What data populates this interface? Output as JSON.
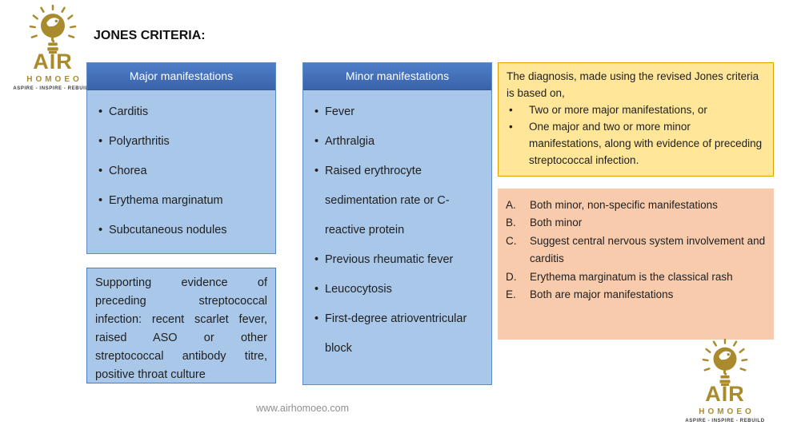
{
  "title": "JONES CRITERIA:",
  "logo": {
    "brand": "AIR",
    "sub_brand": "HOMOEO",
    "tagline": "ASPIRE - INSPIRE - REBUILD",
    "gold_color": "#a98b2d"
  },
  "major": {
    "header": "Major manifestations",
    "items": [
      "Carditis",
      "Polyarthritis",
      "Chorea",
      "Erythema marginatum",
      "Subcutaneous nodules"
    ]
  },
  "supporting": {
    "text": "Supporting evidence of preceding streptococcal infection: recent scarlet fever, raised ASO or other streptococcal antibody titre, positive throat culture"
  },
  "minor": {
    "header": "Minor manifestations",
    "items": [
      "Fever",
      "Arthralgia",
      "Raised erythrocyte sedimentation rate or C-reactive protein",
      "Previous rheumatic fever",
      "Leucocytosis",
      "First-degree atrioventricular block"
    ]
  },
  "diagnosis": {
    "intro": "The diagnosis, made using the revised Jones criteria is based on,",
    "bullets": [
      "Two or more major manifestations, or",
      "One major and two or more minor manifestations, along with evidence of preceding streptococcal infection."
    ]
  },
  "options": {
    "items": [
      {
        "label": "A.",
        "text": "Both minor, non-specific manifestations"
      },
      {
        "label": "B.",
        "text": "Both minor"
      },
      {
        "label": "C.",
        "text": "Suggest central nervous system involvement and carditis"
      },
      {
        "label": "D.",
        "text": "Erythema marginatum is the classical rash"
      },
      {
        "label": "E.",
        "text": "Both are major manifestations"
      }
    ]
  },
  "footer": {
    "url": "www.airhomoeo.com"
  },
  "colors": {
    "header_blue_top": "#4e7ec9",
    "header_blue_bottom": "#3a63a9",
    "body_blue": "#a9c7e8",
    "blue_border": "#5b8ac4",
    "yellow_fill": "#ffe699",
    "yellow_border": "#dfa000",
    "orange_fill": "#f8cbad",
    "logo_gold": "#a98b2d",
    "url_gray": "#8f8f8f"
  }
}
